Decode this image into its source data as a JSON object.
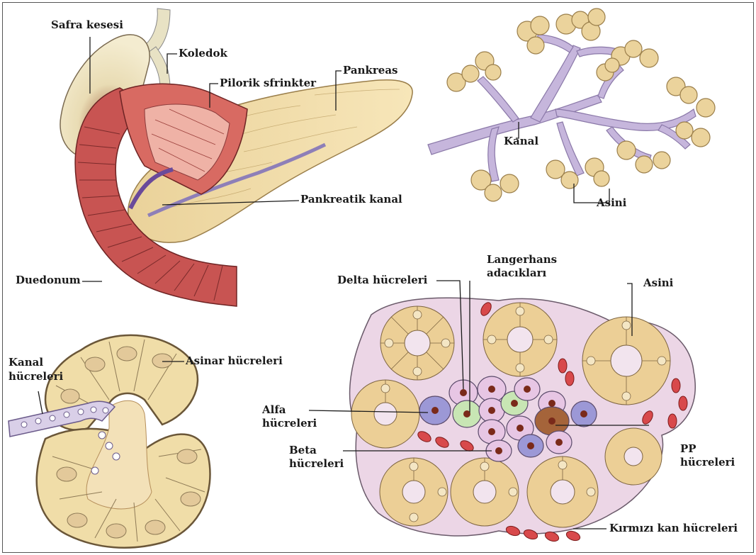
{
  "labels": {
    "gallbladder": "Safra kesesi",
    "common_bile_duct": "Koledok",
    "pyloric_sphincter": "Pilorik sfrinkter",
    "pancreas": "Pankreas",
    "pancreatic_duct": "Pankreatik kanal",
    "duodenum": "Duedonum",
    "duct": "Kanal",
    "acini_top": "Asini",
    "duct_cells_line1": "Kanal",
    "duct_cells_line2": "hücreleri",
    "acinar_cells": "Asinar hücreleri",
    "delta_cells": "Delta hücreleri",
    "langerhans_line1": "Langerhans",
    "langerhans_line2": "adacıkları",
    "acini_bottom": "Asini",
    "alpha_line1": "Alfa",
    "alpha_line2": "hücreleri",
    "beta_line1": "Beta",
    "beta_line2": "hücreleri",
    "pp_line1": "PP",
    "pp_line2": "hücreleri",
    "red_blood_cells": "Kırmızı kan hücreleri"
  },
  "colors": {
    "stomach_red": "#c0504d",
    "pancreas_tan": "#f3dfa8",
    "acinus_tan": "#e9d29a",
    "duct_purple": "#b6a3cf",
    "alpha_green": "#c8e6b4",
    "beta_pink": "#e7c6e4",
    "delta_blue": "#9c98d6",
    "pp_brown": "#a5643a",
    "rbc_red": "#d8494b"
  }
}
